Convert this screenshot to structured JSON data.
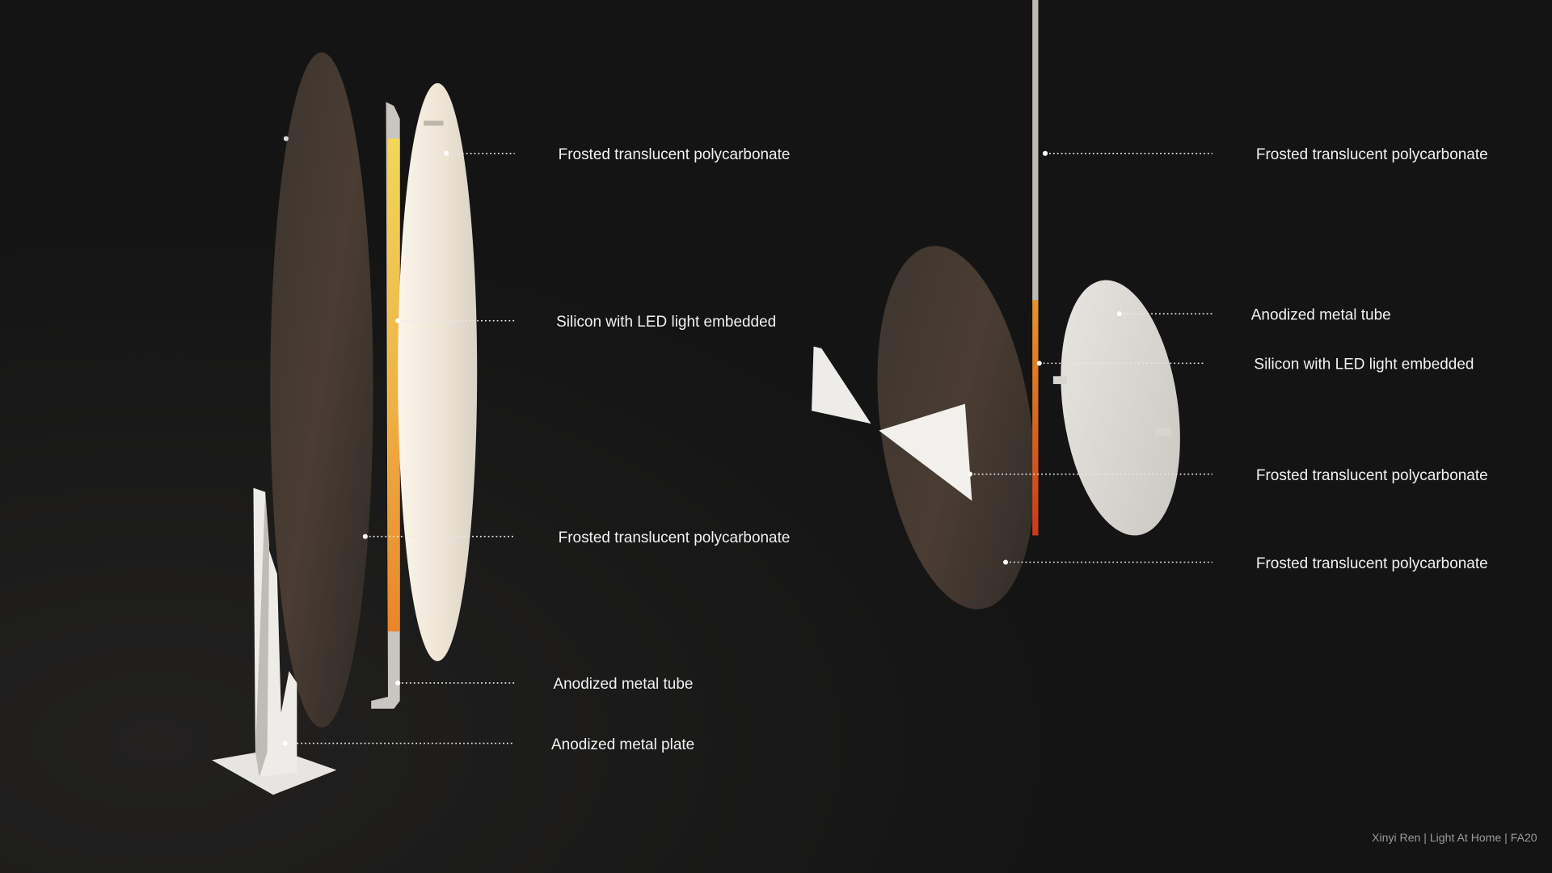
{
  "left_assembly": {
    "callouts": [
      {
        "label": "Frosted translucent polycarbonate"
      },
      {
        "label": "Silicon with LED light embedded"
      },
      {
        "label": "Frosted translucent polycarbonate"
      },
      {
        "label": "Anodized metal tube"
      },
      {
        "label": "Anodized metal plate"
      }
    ]
  },
  "right_assembly": {
    "callouts": [
      {
        "label": "Frosted translucent polycarbonate"
      },
      {
        "label": "Anodized metal tube"
      },
      {
        "label": "Silicon with LED light embedded"
      },
      {
        "label": "Frosted translucent polycarbonate"
      },
      {
        "label": "Frosted translucent polycarbonate"
      }
    ]
  },
  "credit": "Xinyi Ren | Light At Home | FA20",
  "colors": {
    "background": "#141414",
    "led_top": "#f3d65a",
    "led_bottom": "#e8862a",
    "label": "#f2f2f2"
  }
}
